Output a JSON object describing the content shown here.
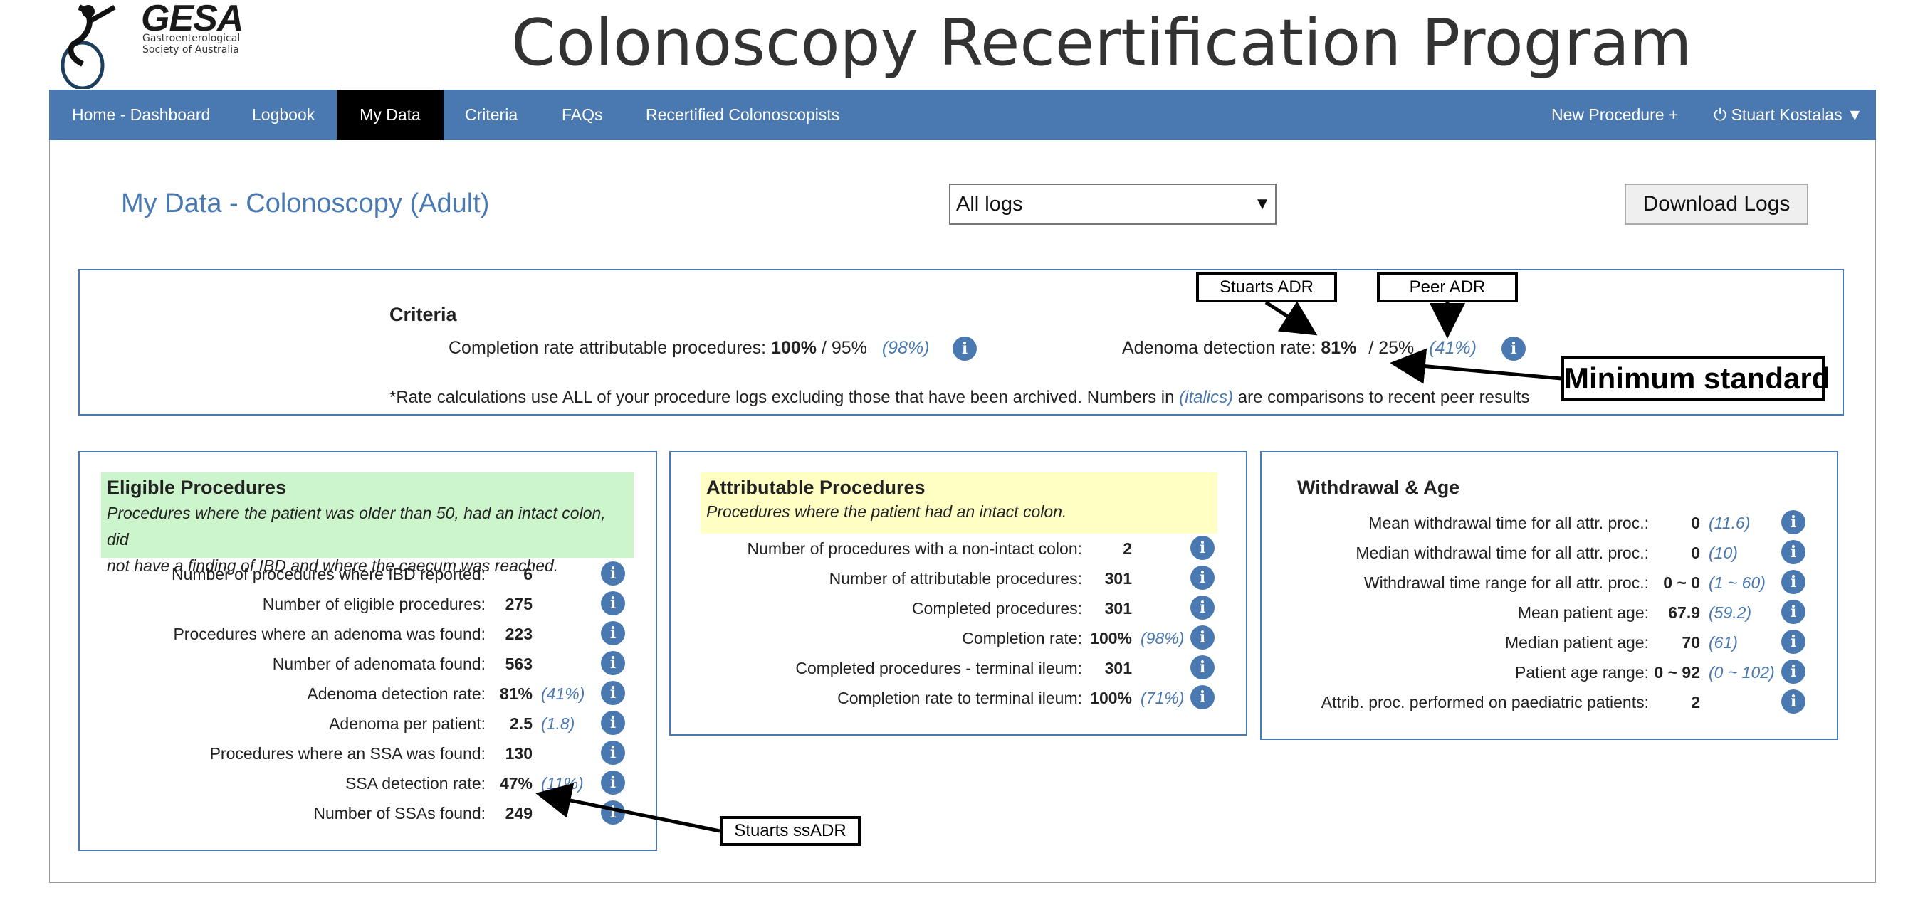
{
  "logo": {
    "name": "GESA",
    "subtitle_line1": "Gastroenterological",
    "subtitle_line2": "Society of Australia"
  },
  "header": {
    "title": "Colonoscopy Recertification Program"
  },
  "nav": {
    "items": [
      "Home - Dashboard",
      "Logbook",
      "My Data",
      "Criteria",
      "FAQs",
      "Recertified Colonoscopists"
    ],
    "active": "My Data",
    "new_procedure": "New Procedure +",
    "user": "Stuart Kostalas ▼",
    "power_glyph": "⏻"
  },
  "page": {
    "title": "My Data - Colonoscopy (Adult)",
    "log_filter": {
      "selected": "All logs",
      "arrow": "▼"
    },
    "download_label": "Download Logs"
  },
  "criteria": {
    "title": "Criteria",
    "completion_label": "Completion rate attributable procedures:",
    "completion_value": "100%",
    "completion_standard": "/ 95%",
    "completion_peer": "(98%)",
    "adr_label": "Adenoma detection rate:",
    "adr_value": "81%",
    "adr_standard": "/ 25%",
    "adr_peer": "(41%)",
    "note_before": "*Rate calculations use ALL of your procedure logs excluding those that have been archived. Numbers in",
    "note_italic": "(italics)",
    "note_after": "are comparisons to recent peer results"
  },
  "annotations": {
    "stuarts_adr": "Stuarts ADR",
    "peer_adr": "Peer ADR",
    "minimum_standard": "Minimum standard",
    "stuarts_ssadr": "Stuarts ssADR"
  },
  "info_glyph": "i",
  "eligible": {
    "title": "Eligible Procedures",
    "desc_line1": "Procedures where the patient was older than 50, had an intact colon, did",
    "desc_line2": "not have a finding of IBD and where the caecum was reached.",
    "rows": [
      {
        "label": "Number of procedures where IBD reported:",
        "value": "6",
        "peer": ""
      },
      {
        "label": "Number of eligible procedures:",
        "value": "275",
        "peer": ""
      },
      {
        "label": "Procedures where an adenoma was found:",
        "value": "223",
        "peer": ""
      },
      {
        "label": "Number of adenomata found:",
        "value": "563",
        "peer": ""
      },
      {
        "label": "Adenoma detection rate:",
        "value": "81%",
        "peer": "(41%)"
      },
      {
        "label": "Adenoma per patient:",
        "value": "2.5",
        "peer": "(1.8)"
      },
      {
        "label": "Procedures where an SSA was found:",
        "value": "130",
        "peer": ""
      },
      {
        "label": "SSA detection rate:",
        "value": "47%",
        "peer": "(11%)"
      },
      {
        "label": "Number of SSAs found:",
        "value": "249",
        "peer": ""
      }
    ]
  },
  "attributable": {
    "title": "Attributable Procedures",
    "desc_line1": "Procedures where the patient had an intact colon.",
    "rows": [
      {
        "label": "Number of procedures with a non-intact colon:",
        "value": "2",
        "peer": ""
      },
      {
        "label": "Number of attributable procedures:",
        "value": "301",
        "peer": ""
      },
      {
        "label": "Completed procedures:",
        "value": "301",
        "peer": ""
      },
      {
        "label": "Completion rate:",
        "value": "100%",
        "peer": "(98%)"
      },
      {
        "label": "Completed procedures - terminal ileum:",
        "value": "301",
        "peer": ""
      },
      {
        "label": "Completion rate to terminal ileum:",
        "value": "100%",
        "peer": "(71%)"
      }
    ]
  },
  "withdrawal": {
    "title": "Withdrawal & Age",
    "rows": [
      {
        "label": "Mean withdrawal time for all attr. proc.:",
        "value": "0",
        "peer": "(11.6)"
      },
      {
        "label": "Median withdrawal time for all attr. proc.:",
        "value": "0",
        "peer": "(10)"
      },
      {
        "label": "Withdrawal time range for all attr. proc.:",
        "value": "0 ~ 0",
        "peer": "(1 ~ 60)"
      },
      {
        "label": "Mean patient age:",
        "value": "67.9",
        "peer": "(59.2)"
      },
      {
        "label": "Median patient age:",
        "value": "70",
        "peer": "(61)"
      },
      {
        "label": "Patient age range:",
        "value": "0 ~ 92",
        "peer": "(0 ~ 102)"
      },
      {
        "label": "Attrib. proc. performed on paediatric patients:",
        "value": "2",
        "peer": ""
      }
    ]
  }
}
